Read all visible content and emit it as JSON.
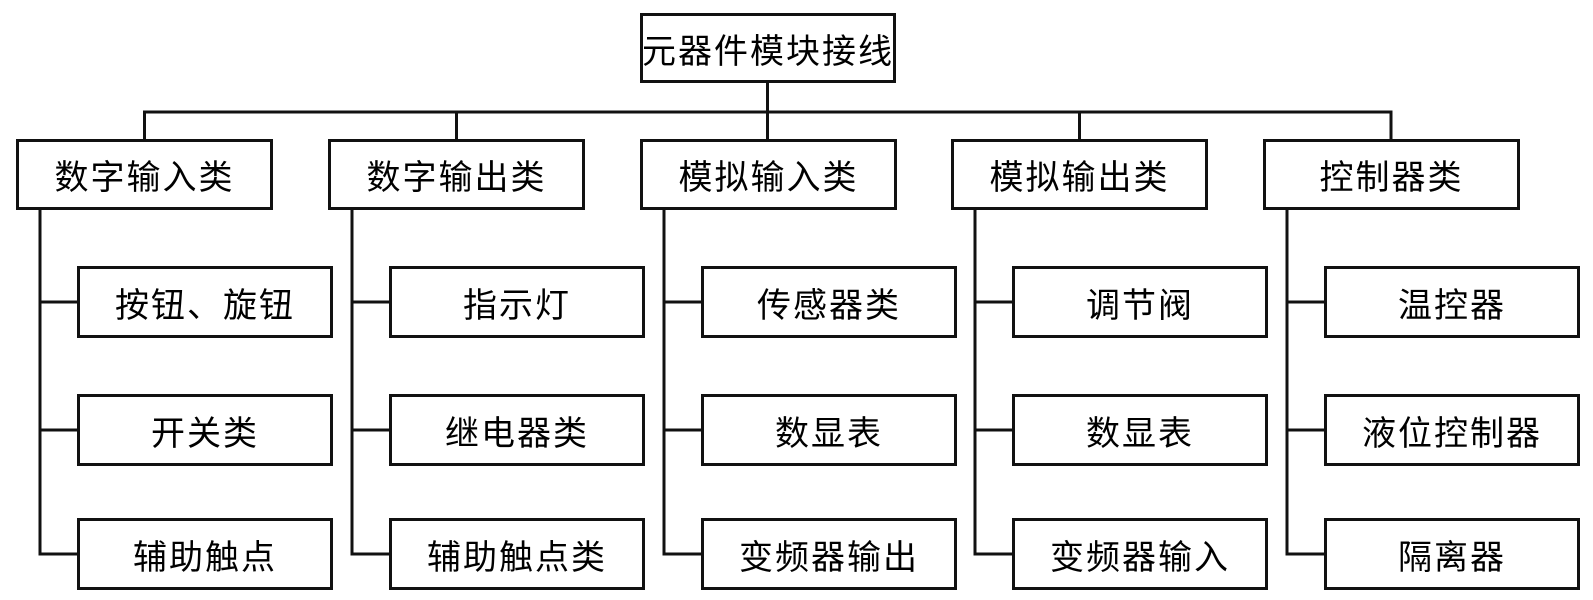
{
  "diagram": {
    "type": "tree",
    "background_color": "#ffffff",
    "line_color": "#111111",
    "text_color": "#000000",
    "root": {
      "label": "元器件模块接线"
    },
    "columns": [
      {
        "label": "数字输入类",
        "children": [
          {
            "label": "按钮、旋钮"
          },
          {
            "label": "开关类"
          },
          {
            "label": "辅助触点"
          }
        ]
      },
      {
        "label": "数字输出类",
        "children": [
          {
            "label": "指示灯"
          },
          {
            "label": "继电器类"
          },
          {
            "label": "辅助触点类"
          }
        ]
      },
      {
        "label": "模拟输入类",
        "children": [
          {
            "label": "传感器类"
          },
          {
            "label": "数显表"
          },
          {
            "label": "变频器输出"
          }
        ]
      },
      {
        "label": "模拟输出类",
        "children": [
          {
            "label": "调节阀"
          },
          {
            "label": "数显表"
          },
          {
            "label": "变频器输入"
          }
        ]
      },
      {
        "label": "控制器类",
        "children": [
          {
            "label": "温控器"
          },
          {
            "label": "液位控制器"
          },
          {
            "label": "隔离器"
          }
        ]
      }
    ]
  }
}
